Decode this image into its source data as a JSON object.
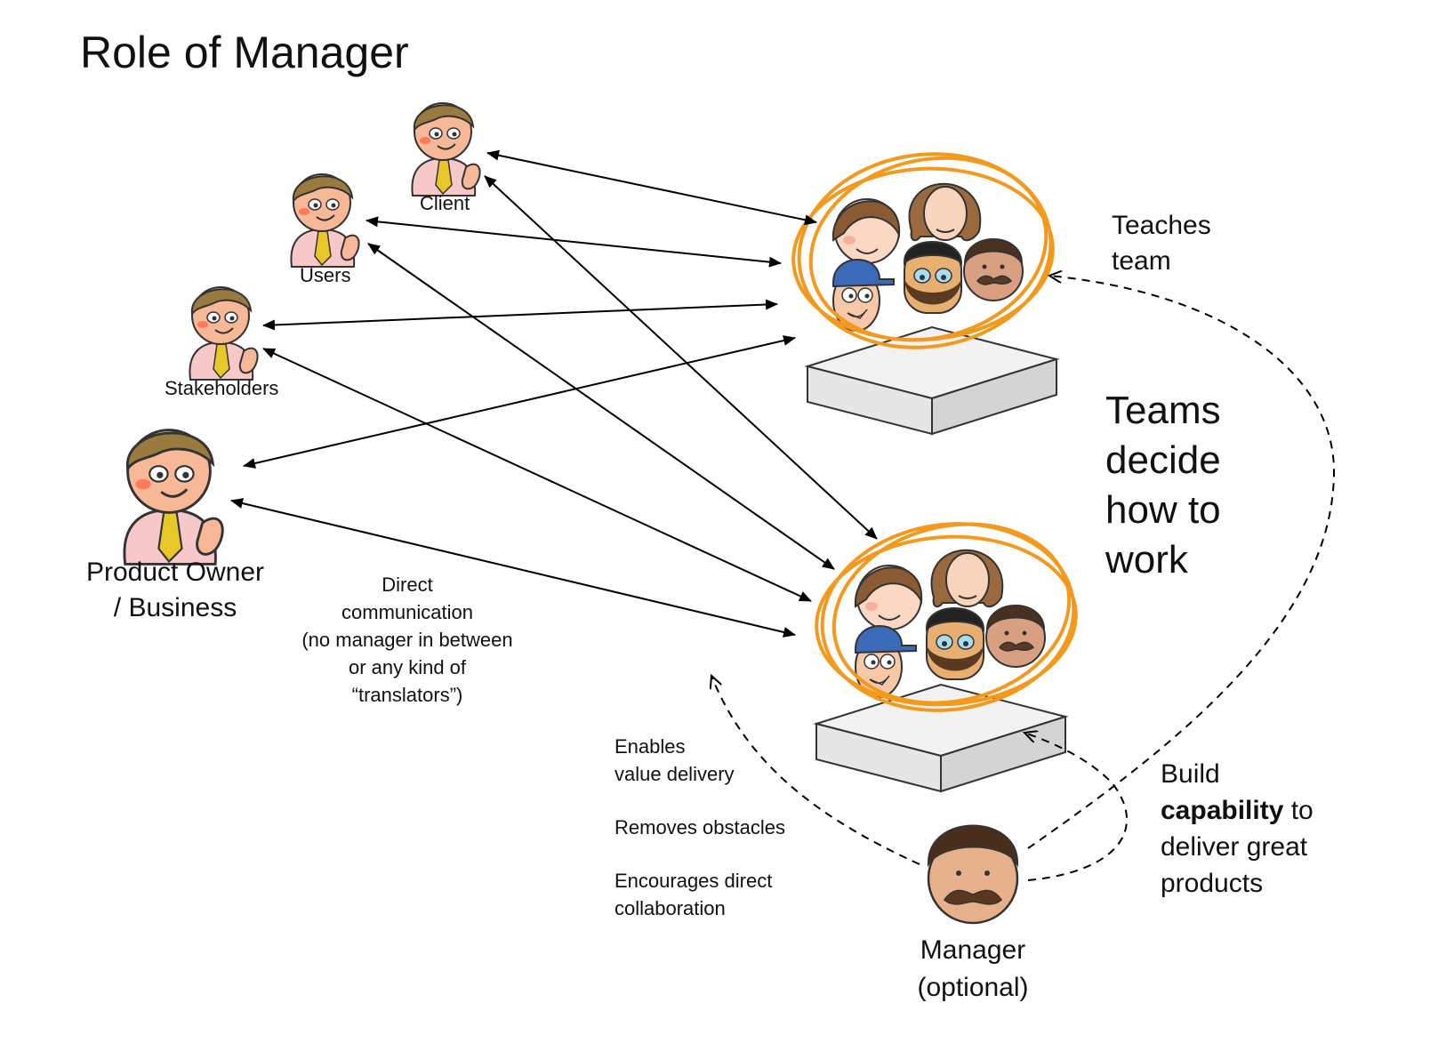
{
  "title": "Role of Manager",
  "stakeholders": {
    "client": "Client",
    "users": "Users",
    "stakeholders": "Stakeholders",
    "product_owner_line1": "Product Owner",
    "product_owner_line2": "/ Business"
  },
  "direct_communication": {
    "line1": "Direct",
    "line2": "communication",
    "line3": "(no manager in between",
    "line4": "or any kind of",
    "line5": "“translators”)"
  },
  "teaches_team": {
    "line1": "Teaches",
    "line2": "team"
  },
  "teams_decide": {
    "line1": "Teams",
    "line2": "decide",
    "line3": "how to",
    "line4": "work"
  },
  "manager_actions": {
    "enables_line1": "Enables",
    "enables_line2": "value delivery",
    "removes": "Removes obstacles",
    "encourages_line1": "Encourages direct",
    "encourages_line2": "collaboration"
  },
  "build_capability": {
    "line1": "Build",
    "bold_word": "capability",
    "line2_rest": " to",
    "line3": "deliver great",
    "line4": "products"
  },
  "manager": {
    "line1": "Manager",
    "line2": "(optional)"
  },
  "colors": {
    "team_circle": "#f39a1e",
    "person_skin": "#f6b896",
    "person_hair": "#9a7a3e",
    "shirt": "#f7c8c8",
    "tie": "#e8c828",
    "platform_top": "#f2f2f2",
    "platform_side": "#dcdcdc",
    "arrow": "#000000"
  }
}
